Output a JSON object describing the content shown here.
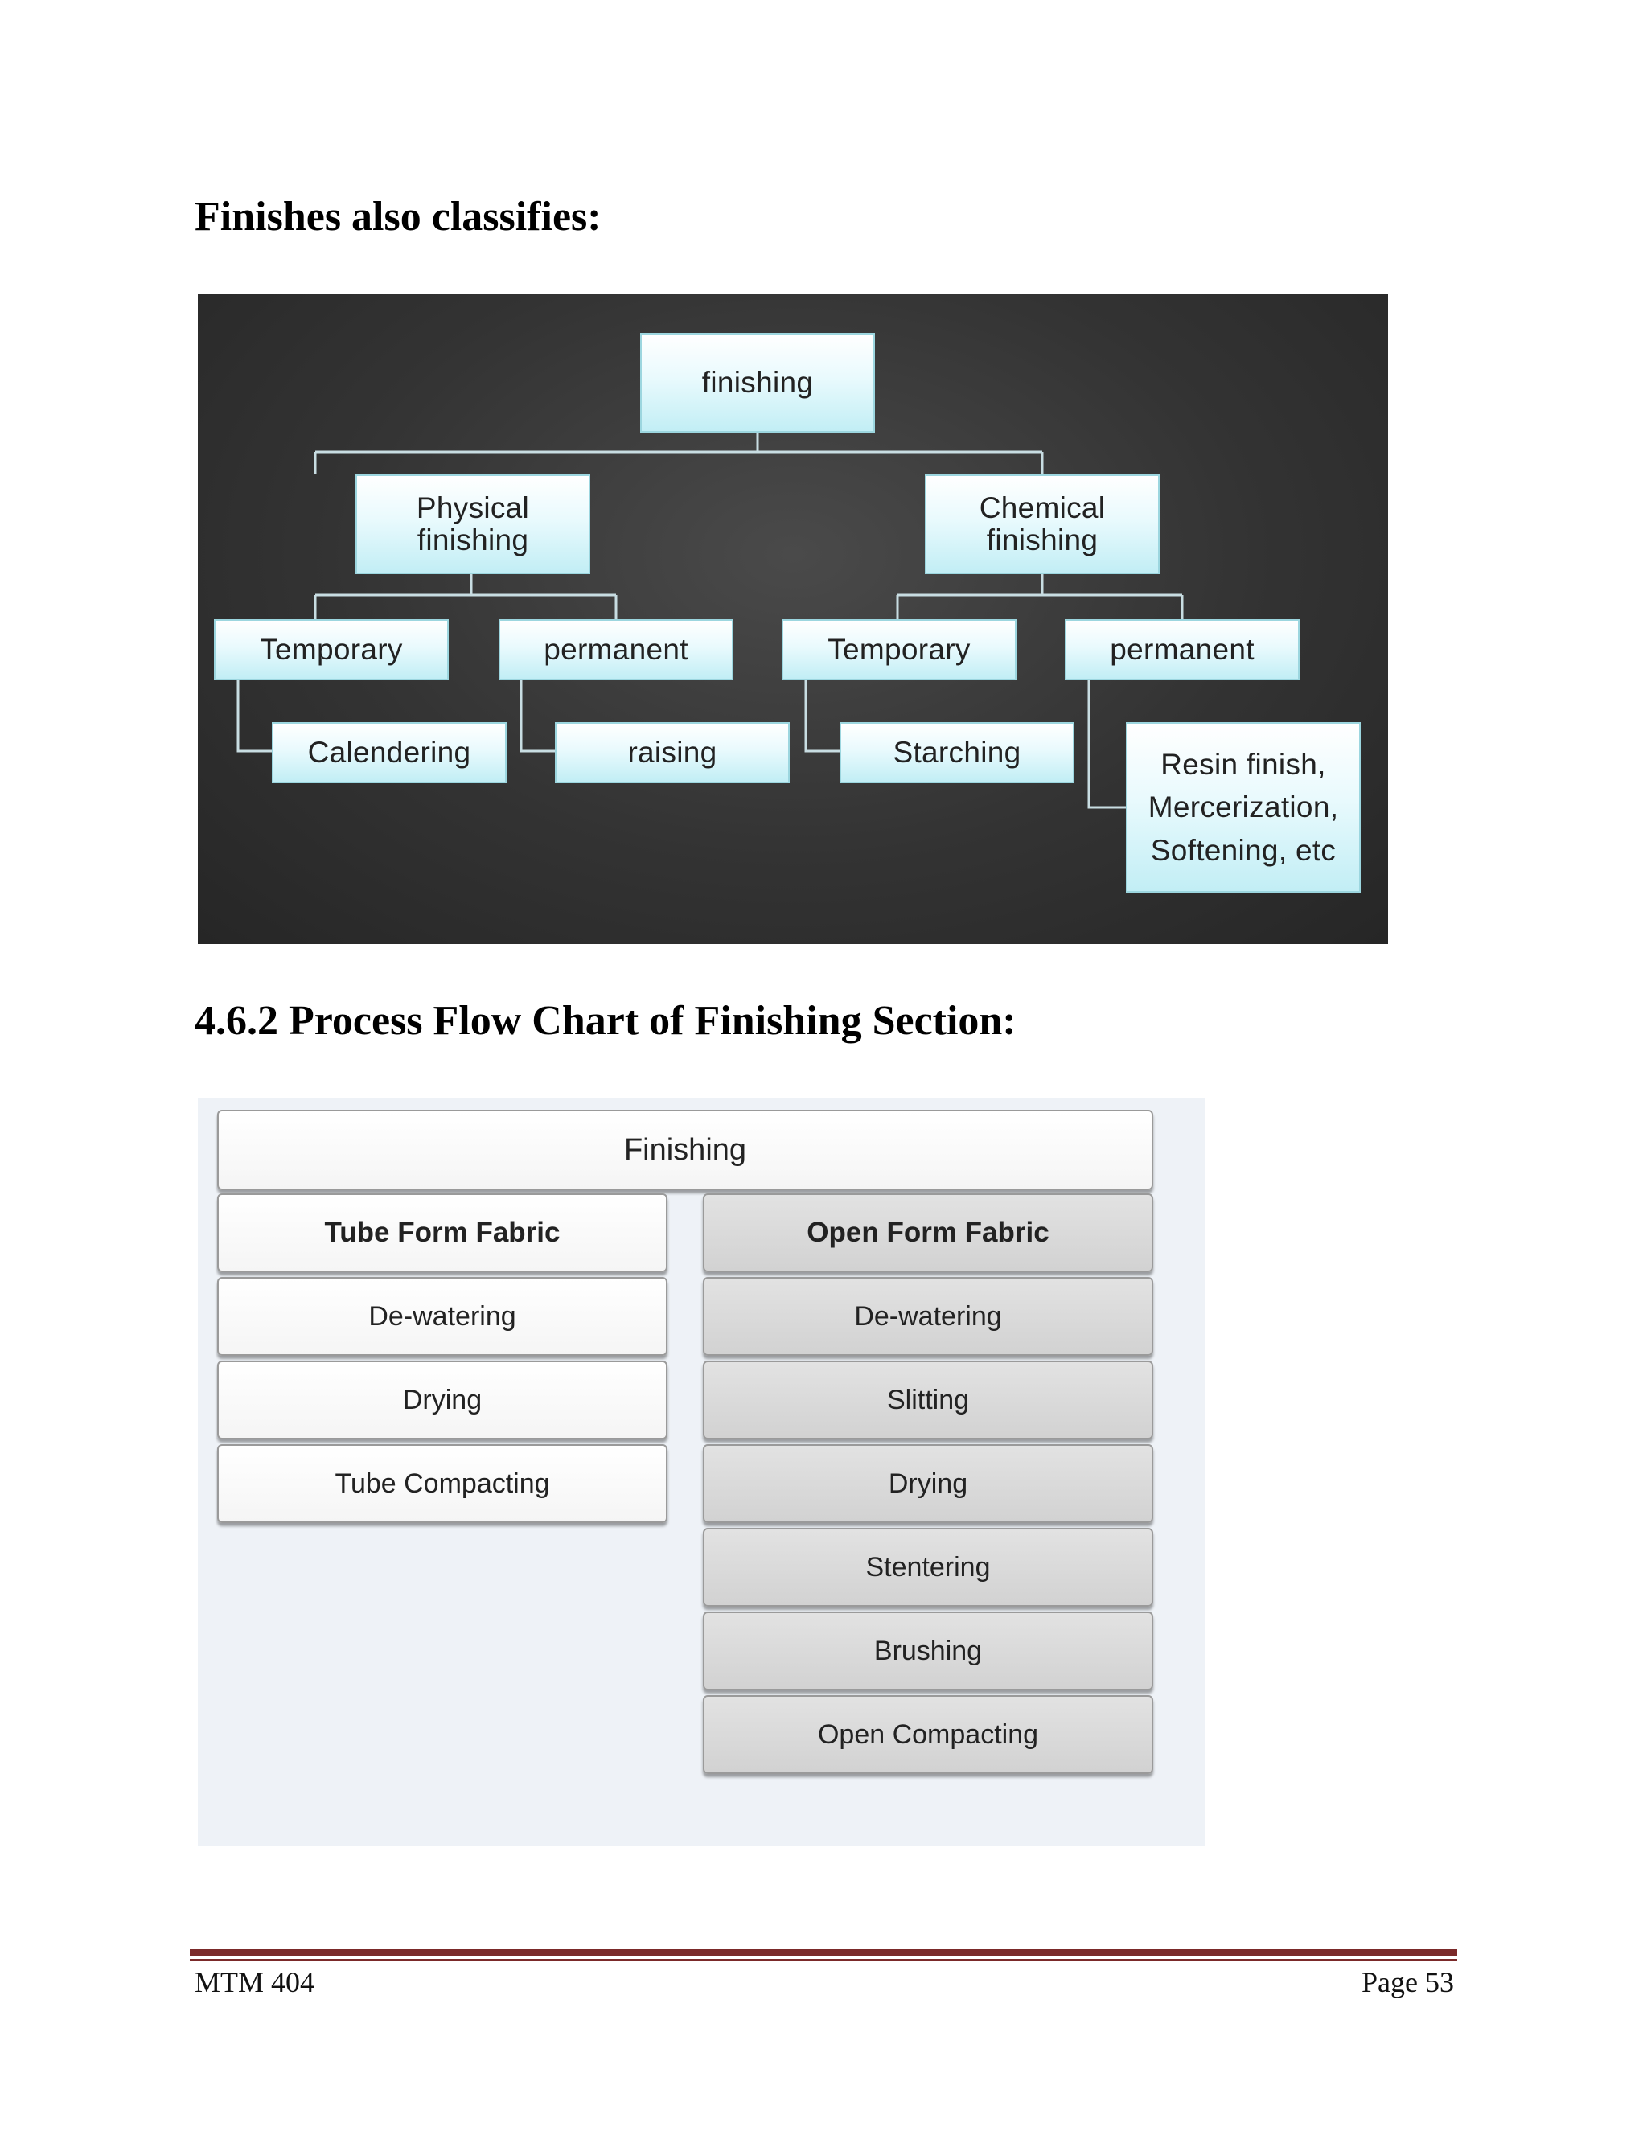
{
  "section1_heading": "Finishes also classifies:",
  "tree": {
    "root": "finishing",
    "physical": "Physical\nfinishing",
    "chemical": "Chemical\nfinishing",
    "phys_temporary": "Temporary",
    "phys_permanent": "permanent",
    "chem_temporary": "Temporary",
    "chem_permanent": "permanent",
    "calendering": "Calendering",
    "raising": "raising",
    "starching": "Starching",
    "resin": "Resin finish,\nMercerization,\nSoftening, etc"
  },
  "section2_heading": "4.6.2 Process Flow Chart of Finishing Section:",
  "flow": {
    "title": "Finishing",
    "tube_header": "Tube Form Fabric",
    "tube_steps": [
      "De-watering",
      "Drying",
      "Tube Compacting"
    ],
    "open_header": "Open Form Fabric",
    "open_steps": [
      "De-watering",
      "Slitting",
      "Drying",
      "Stentering",
      "Brushing",
      "Open Compacting"
    ]
  },
  "footer": {
    "left": "MTM 404",
    "right": "Page 53"
  },
  "colors": {
    "footer_rule": "#7b2a2a",
    "tree_background": "#333333",
    "tree_box": "#c2eef5"
  }
}
